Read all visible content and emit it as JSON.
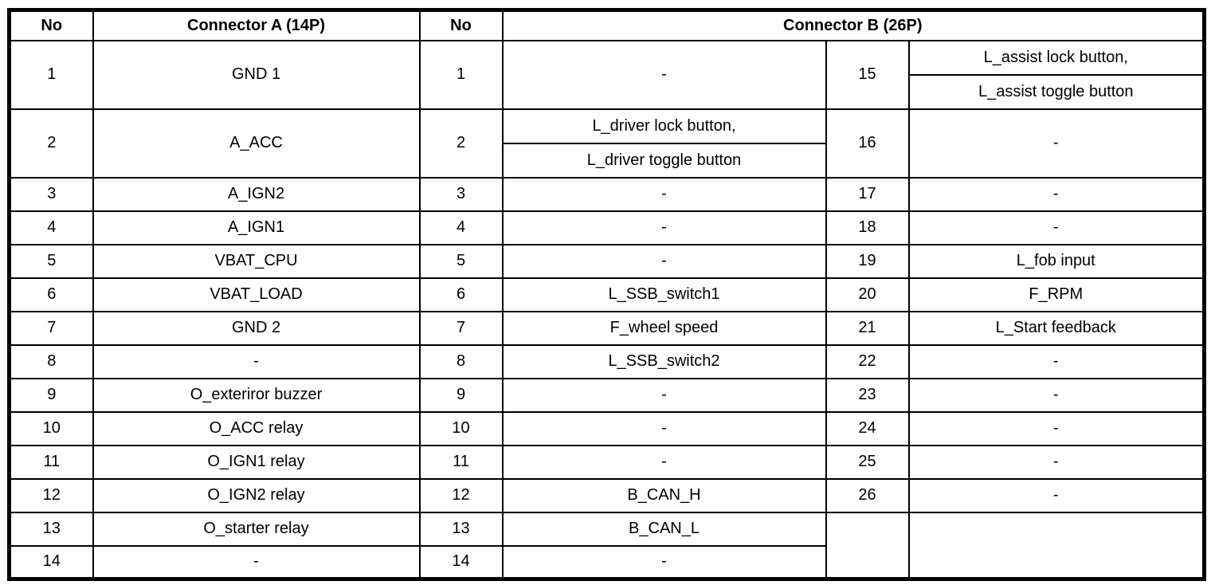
{
  "meta": {
    "colors": {
      "background": "#ffffff",
      "border": "#000000",
      "text": "#000000"
    }
  },
  "header": {
    "no_a": "No",
    "connector_a": "Connector A (14P)",
    "no_b": "No",
    "connector_b": "Connector B (26P)"
  },
  "rows": [
    {
      "a_no": "1",
      "a_signal": "GND 1",
      "bl_no": "1",
      "bl_signal": "-",
      "br_no": "15",
      "br_line1": "L_assist lock button,",
      "br_line2": "L_assist toggle button"
    },
    {
      "a_no": "2",
      "a_signal": "A_ACC",
      "bl_no": "2",
      "bl_line1": "L_driver lock button,",
      "bl_line2": "L_driver toggle button",
      "br_no": "16",
      "br_signal": "-"
    },
    {
      "a_no": "3",
      "a_signal": "A_IGN2",
      "bl_no": "3",
      "bl_signal": "-",
      "br_no": "17",
      "br_signal": "-"
    },
    {
      "a_no": "4",
      "a_signal": "A_IGN1",
      "bl_no": "4",
      "bl_signal": "-",
      "br_no": "18",
      "br_signal": "-"
    },
    {
      "a_no": "5",
      "a_signal": "VBAT_CPU",
      "bl_no": "5",
      "bl_signal": "-",
      "br_no": "19",
      "br_signal": "L_fob input"
    },
    {
      "a_no": "6",
      "a_signal": "VBAT_LOAD",
      "bl_no": "6",
      "bl_signal": "L_SSB_switch1",
      "br_no": "20",
      "br_signal": "F_RPM"
    },
    {
      "a_no": "7",
      "a_signal": "GND 2",
      "bl_no": "7",
      "bl_signal": "F_wheel speed",
      "br_no": "21",
      "br_signal": "L_Start feedback"
    },
    {
      "a_no": "8",
      "a_signal": "-",
      "bl_no": "8",
      "bl_signal": "L_SSB_switch2",
      "br_no": "22",
      "br_signal": "-"
    },
    {
      "a_no": "9",
      "a_signal": "O_exteriror buzzer",
      "bl_no": "9",
      "bl_signal": "-",
      "br_no": "23",
      "br_signal": "-"
    },
    {
      "a_no": "10",
      "a_signal": "O_ACC relay",
      "bl_no": "10",
      "bl_signal": "-",
      "br_no": "24",
      "br_signal": "-"
    },
    {
      "a_no": "11",
      "a_signal": "O_IGN1 relay",
      "bl_no": "11",
      "bl_signal": "-",
      "br_no": "25",
      "br_signal": "-"
    },
    {
      "a_no": "12",
      "a_signal": "O_IGN2 relay",
      "bl_no": "12",
      "bl_signal": "B_CAN_H",
      "br_no": "26",
      "br_signal": "-"
    },
    {
      "a_no": "13",
      "a_signal": "O_starter relay",
      "bl_no": "13",
      "bl_signal": "B_CAN_L",
      "br_no": "",
      "br_signal": ""
    },
    {
      "a_no": "14",
      "a_signal": "-",
      "bl_no": "14",
      "bl_signal": "-",
      "br_no": "",
      "br_signal": ""
    }
  ]
}
